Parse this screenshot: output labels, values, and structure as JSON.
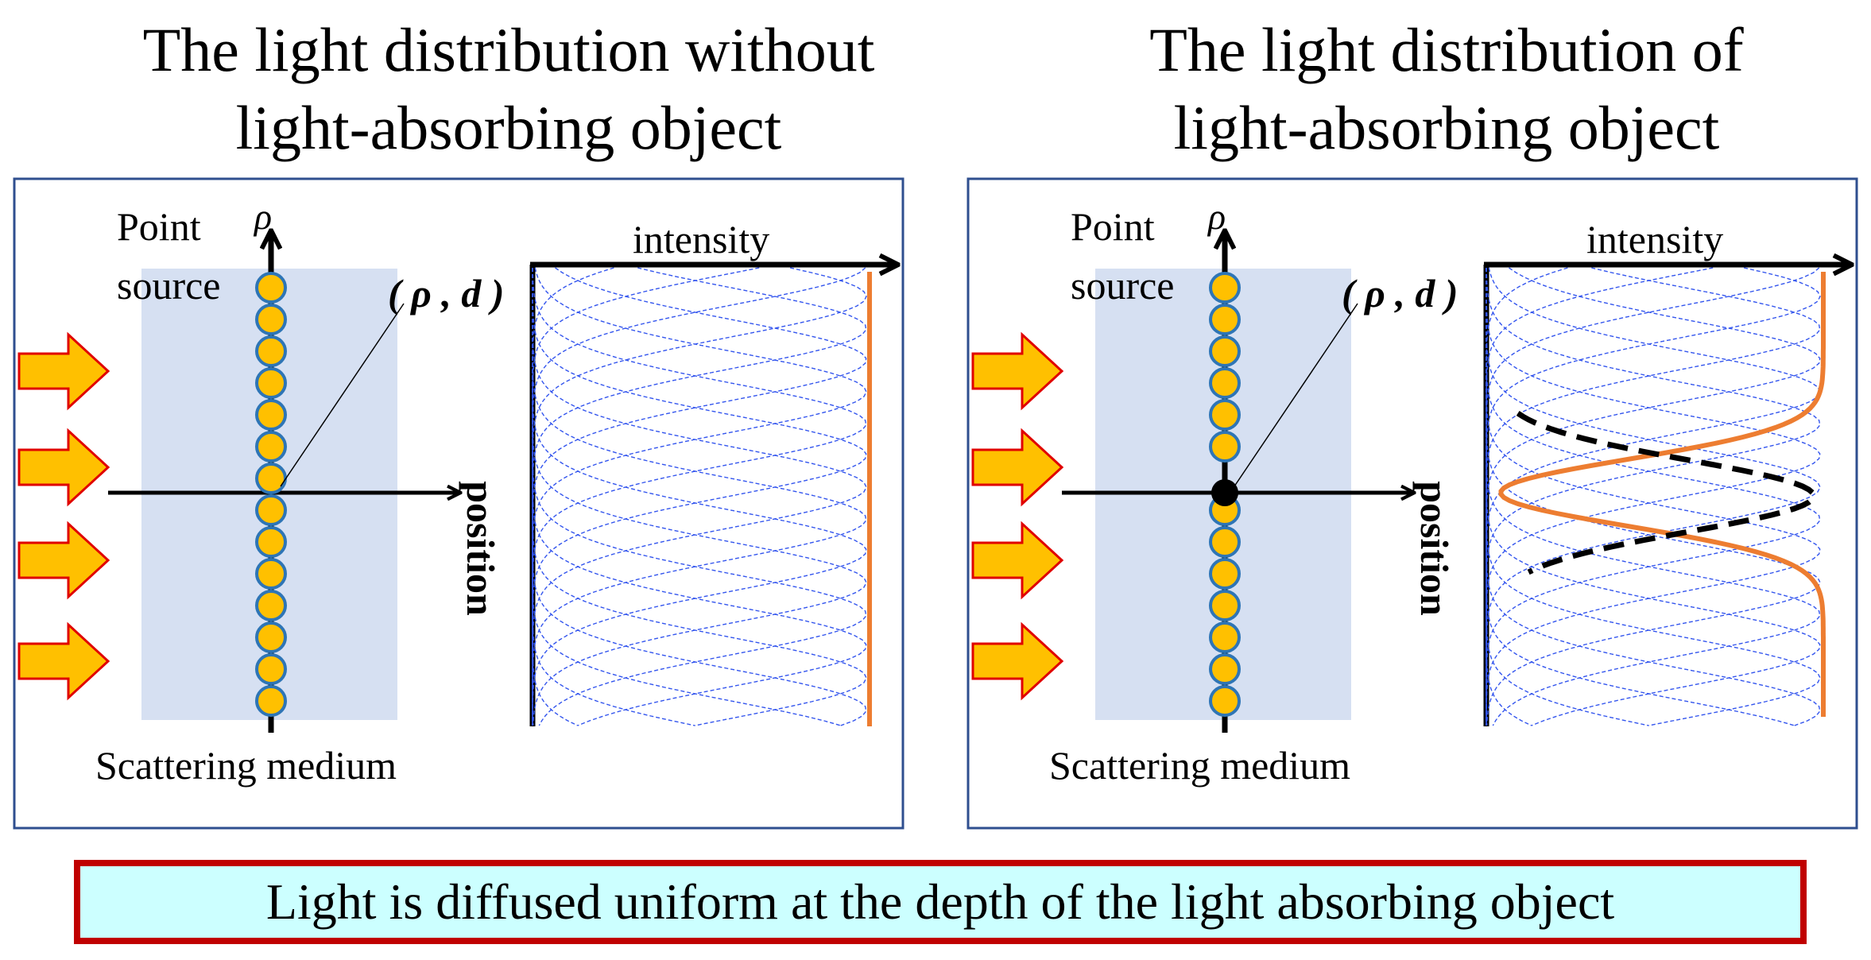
{
  "panels": [
    {
      "title": "The light distribution without\nlight-absorbing object",
      "point_source_label": "Point\nsource",
      "rho_label": "ρ",
      "coord_label": "( ρ , d )",
      "medium_label": "Scattering medium",
      "position_label": "position",
      "intensity_label": "intensity"
    },
    {
      "title": "The light distribution of\nlight-absorbing object",
      "point_source_label": "Point\nsource",
      "rho_label": "ρ",
      "coord_label": "( ρ , d )",
      "medium_label": "Scattering medium",
      "position_label": "position",
      "intensity_label": "intensity"
    }
  ],
  "caption": "Light is diffused uniform at the depth of the light absorbing object",
  "colors": {
    "panel_border": "#2f4f8f",
    "medium_fill": "#d6e0f2",
    "source_fill": "#ffc000",
    "source_stroke": "#2e75b6",
    "arrow_fill": "#ffc000",
    "arrow_stroke": "#e00000",
    "curve_thin": "#3355ee",
    "sum_curve": "#ed7d31",
    "absorbed_curve": "#000000",
    "caption_bg": "#ccffff",
    "caption_border": "#c00000"
  }
}
